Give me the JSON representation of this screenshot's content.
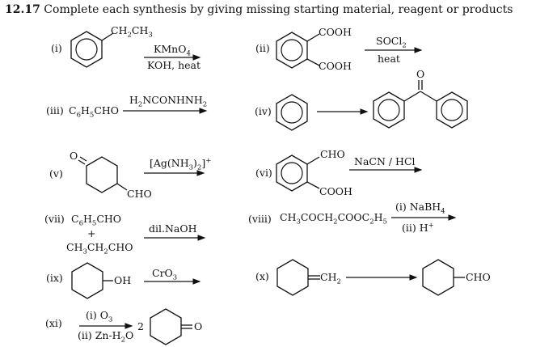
{
  "header": {
    "number": "12.17",
    "text": "Complete each synthesis by giving missing starting material, reagent or products"
  },
  "items": {
    "i": {
      "label": "(i)",
      "sub": "CH2CH3",
      "reagent_top": "KMnO4",
      "reagent_bottom": "KOH, heat"
    },
    "ii": {
      "label": "(ii)",
      "sub_top": "COOH",
      "sub_bottom": "COOH",
      "reagent_top": "SOCl2",
      "reagent_bottom": "heat"
    },
    "iii": {
      "label": "(iii)",
      "reactant": "C6H5CHO",
      "reagent_top": "H2NCONHNH2"
    },
    "iv": {
      "label": "(iv)",
      "product_atom": "O"
    },
    "v": {
      "label": "(v)",
      "atom_top": "O",
      "sub_bottom": "CHO",
      "reagent_top": "[Ag(NH3)2]+"
    },
    "vi": {
      "label": "(vi)",
      "sub_top": "CHO",
      "sub_bottom": "COOH",
      "reagent_top": "NaCN / HCl"
    },
    "vii": {
      "label": "(vii)",
      "reactant1": "C6H5CHO",
      "plus": "+",
      "reactant2": "CH3CH2CHO",
      "reagent_top": "dil.NaOH"
    },
    "viii": {
      "label": "(viii)",
      "reactant": "CH3COCH2COOC2H5",
      "reagent_top": "(i) NaBH4",
      "reagent_bottom": "(ii) H+"
    },
    "ix": {
      "label": "(ix)",
      "sub": "OH",
      "reagent_top": "CrO3"
    },
    "x": {
      "label": "(x)",
      "sub": "CH2",
      "product_sub": "CHO"
    },
    "xi": {
      "label": "(xi)",
      "reagent_top": "(i) O3",
      "reagent_bottom": "(ii) Zn-H2O",
      "coef": "2",
      "atom": "O"
    }
  }
}
